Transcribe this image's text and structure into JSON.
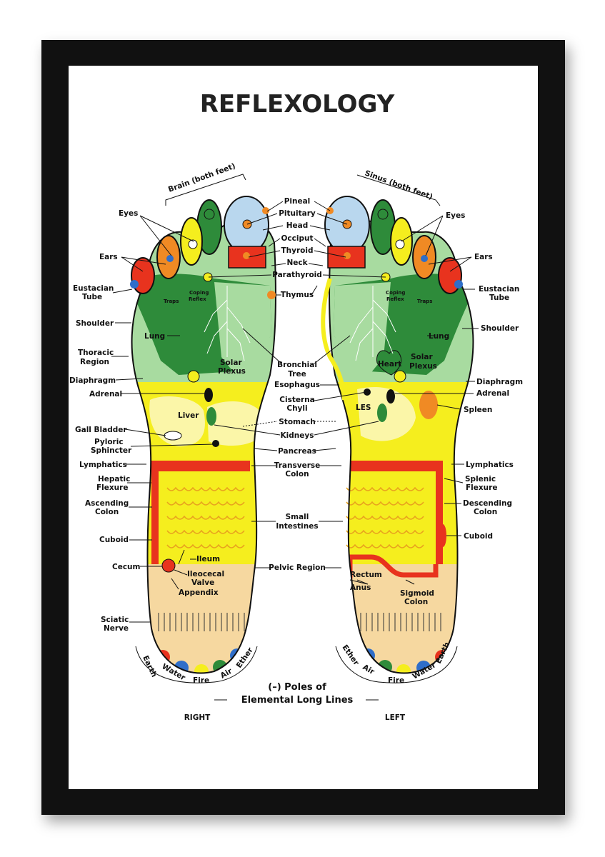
{
  "title": "REFLEXOLOGY",
  "feet": {
    "right": "RIGHT",
    "left": "LEFT"
  },
  "brackets": {
    "brain": "Brain (both feet)",
    "sinus": "Sinus (both feet)"
  },
  "poles": {
    "line1": "(–) Poles of",
    "line2": "Elemental Long Lines"
  },
  "elements_right": [
    "Earth",
    "Water",
    "Fire",
    "Air",
    "Ether"
  ],
  "elements_left": [
    "Ether",
    "Air",
    "Fire",
    "Water",
    "Earth"
  ],
  "center_labels": {
    "pineal": "Pineal",
    "pituitary": "Pituitary",
    "head": "Head",
    "occiput": "Occiput",
    "thyroid": "Thyroid",
    "neck": "Neck",
    "parathyroid": "Parathyroid",
    "thymus": "Thymus",
    "bronchial_1": "Bronchial",
    "bronchial_2": "Tree",
    "esophagus": "Esophagus",
    "cisterna_1": "Cisterna",
    "cisterna_2": "Chyli",
    "stomach": "Stomach",
    "kidneys": "Kidneys",
    "pancreas": "Pancreas",
    "transverse_1": "Transverse",
    "transverse_2": "Colon",
    "small_1": "Small",
    "small_2": "Intestines",
    "pelvic": "Pelvic Region"
  },
  "right_labels": {
    "eyes": "Eyes",
    "ears": "Ears",
    "eustacian_1": "Eustacian",
    "eustacian_2": "Tube",
    "shoulder": "Shoulder",
    "thoracic_1": "Thoracic",
    "thoracic_2": "Region",
    "diaphragm": "Diaphragm",
    "adrenal": "Adrenal",
    "gall": "Gall Bladder",
    "pyloric_1": "Pyloric",
    "pyloric_2": "Sphincter",
    "lymphatics": "Lymphatics",
    "hepatic_1": "Hepatic",
    "hepatic_2": "Flexure",
    "ascending_1": "Ascending",
    "ascending_2": "Colon",
    "cuboid": "Cuboid",
    "cecum": "Cecum",
    "sciatic_1": "Sciatic",
    "sciatic_2": "Nerve",
    "liver": "Liver",
    "lung": "Lung",
    "solar_1": "Solar",
    "solar_2": "Plexus",
    "traps": "Traps",
    "coping_1": "Coping",
    "coping_2": "Reflex",
    "ileum": "Ileum",
    "ileocecal_1": "Ileocecal",
    "ileocecal_2": "Valve",
    "appendix": "Appendix"
  },
  "left_labels": {
    "eyes": "Eyes",
    "ears": "Ears",
    "eustacian_1": "Eustacian",
    "eustacian_2": "Tube",
    "shoulder": "Shoulder",
    "diaphragm": "Diaphragm",
    "adrenal": "Adrenal",
    "spleen": "Spleen",
    "lymphatics": "Lymphatics",
    "splenic_1": "Splenic",
    "splenic_2": "Flexure",
    "descending_1": "Descending",
    "descending_2": "Colon",
    "cuboid": "Cuboid",
    "lung": "Lung",
    "heart": "Heart",
    "solar_1": "Solar",
    "solar_2": "Plexus",
    "les": "LES",
    "coping_1": "Coping",
    "coping_2": "Reflex",
    "traps": "Traps",
    "rectum": "Rectum",
    "anus": "Anus",
    "sigmoid_1": "Sigmoid",
    "sigmoid_2": "Colon"
  },
  "colors": {
    "frame": "#111111",
    "light_green": "#a8dba0",
    "dark_green": "#2e8b3a",
    "yellow": "#f5ee1e",
    "pale_yellow": "#fbf6a8",
    "red": "#e8331e",
    "orange": "#f08a24",
    "light_blue": "#b9d7ee",
    "blue": "#2f6ec9",
    "tan": "#f6d8a0"
  }
}
